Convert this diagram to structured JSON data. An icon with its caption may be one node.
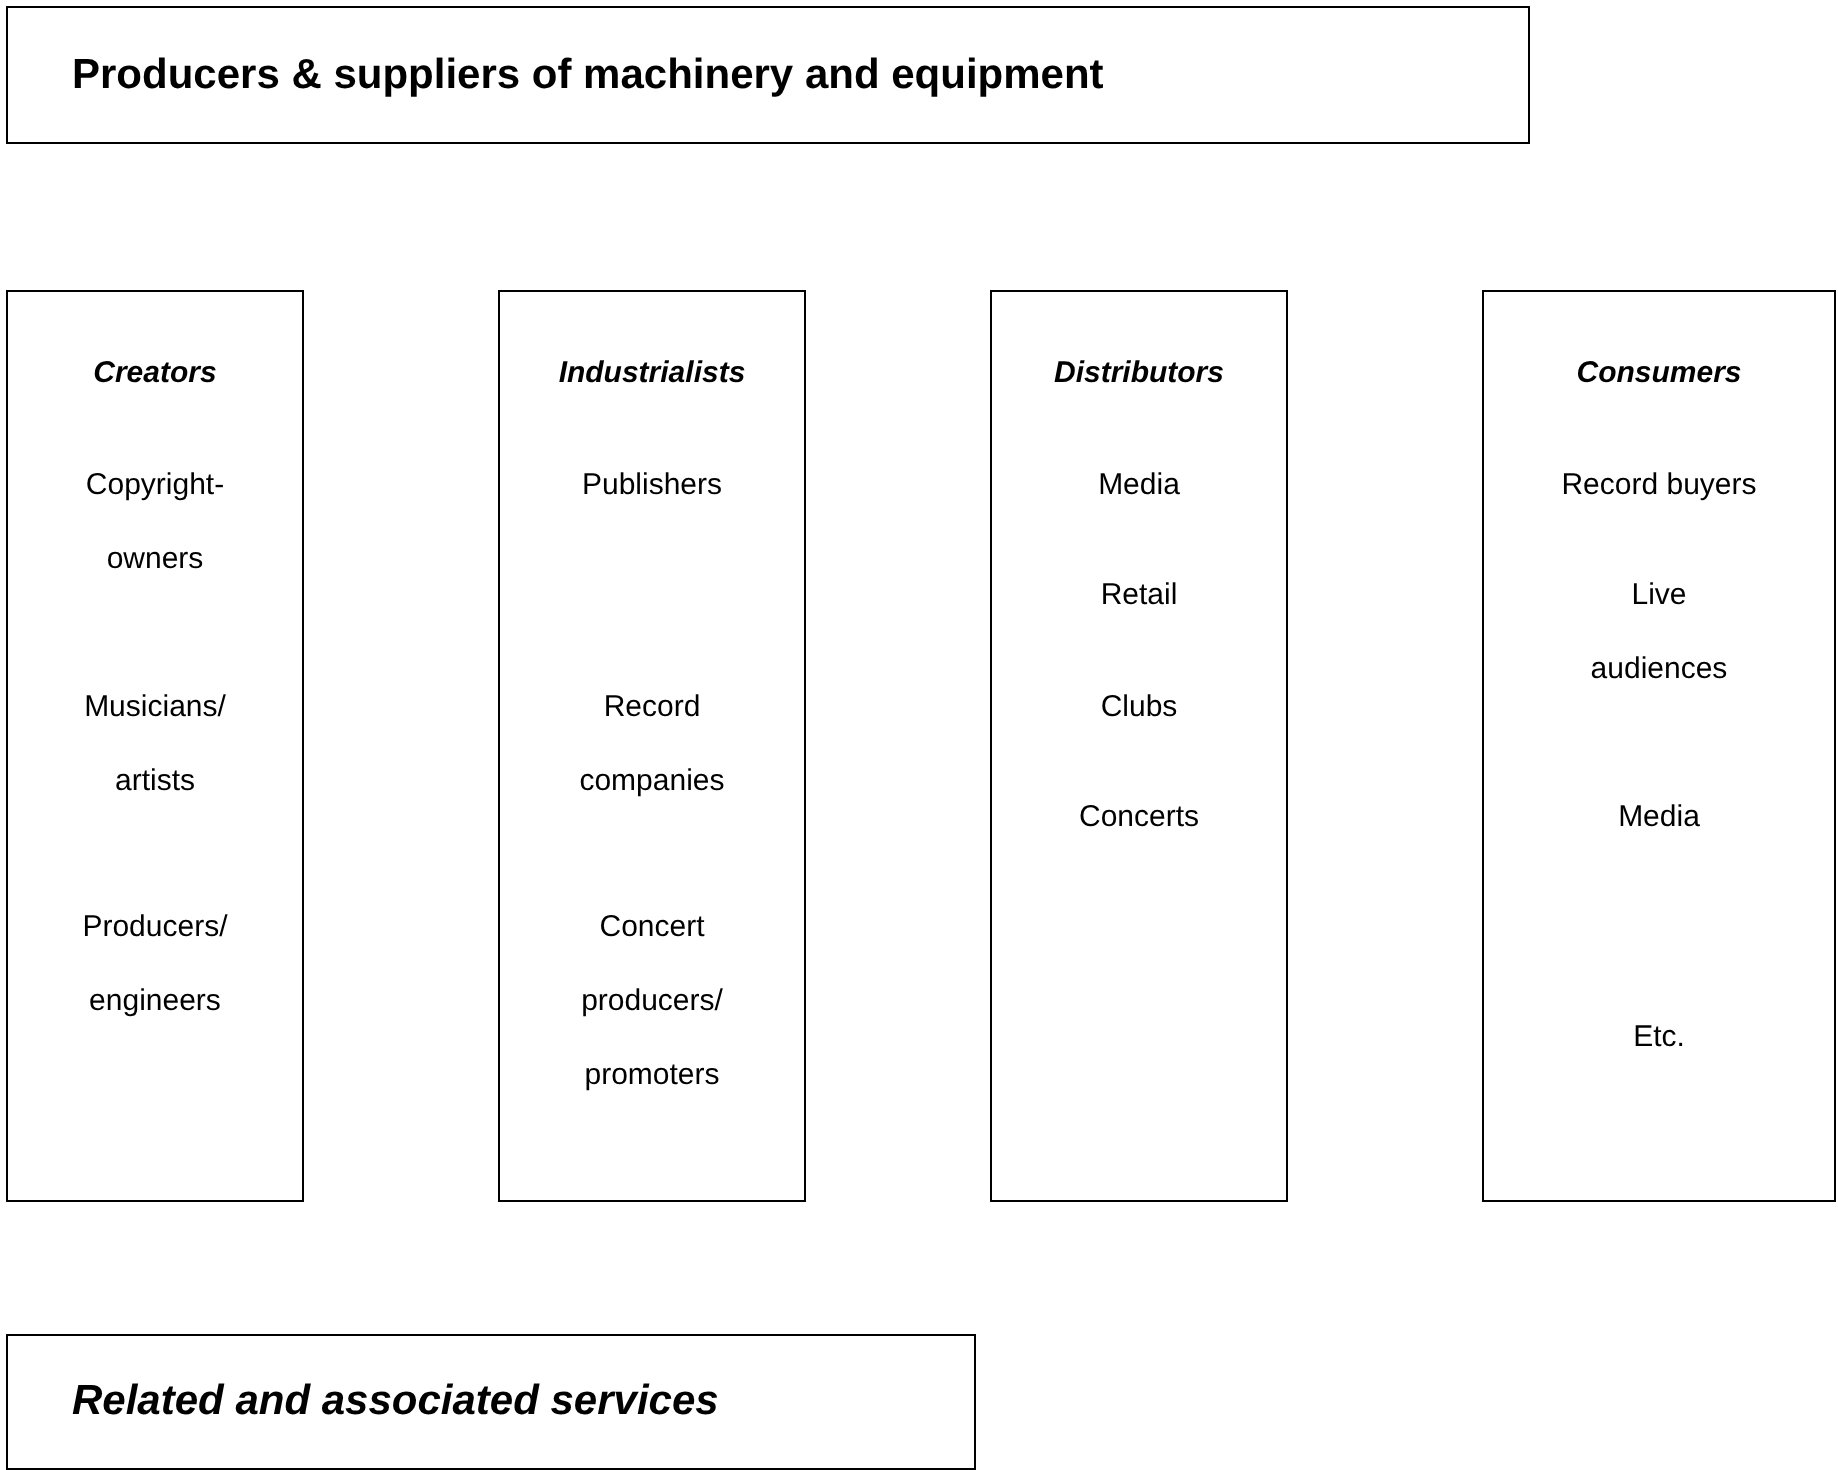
{
  "diagram": {
    "nodes": [
      {
        "text": [
          "Producers & suppliers of machinery and equipment"
        ]
      },
      {
        "text": [
          "Creators",
          "Copyright-owners",
          "Musicians/ artists",
          "Producers/ engineers"
        ]
      },
      {
        "text": [
          "Industrialists",
          "Publishers",
          "Record companies",
          "Concert producers/ promoters"
        ]
      },
      {
        "text": [
          "Distributors",
          "Media",
          "Retail",
          "Clubs",
          "Concerts"
        ]
      },
      {
        "text": [
          "Consumers",
          "Record buyers",
          "Live audiences",
          "Media",
          "Etc."
        ]
      },
      {
        "text": [
          "Related and associated services"
        ]
      }
    ]
  }
}
